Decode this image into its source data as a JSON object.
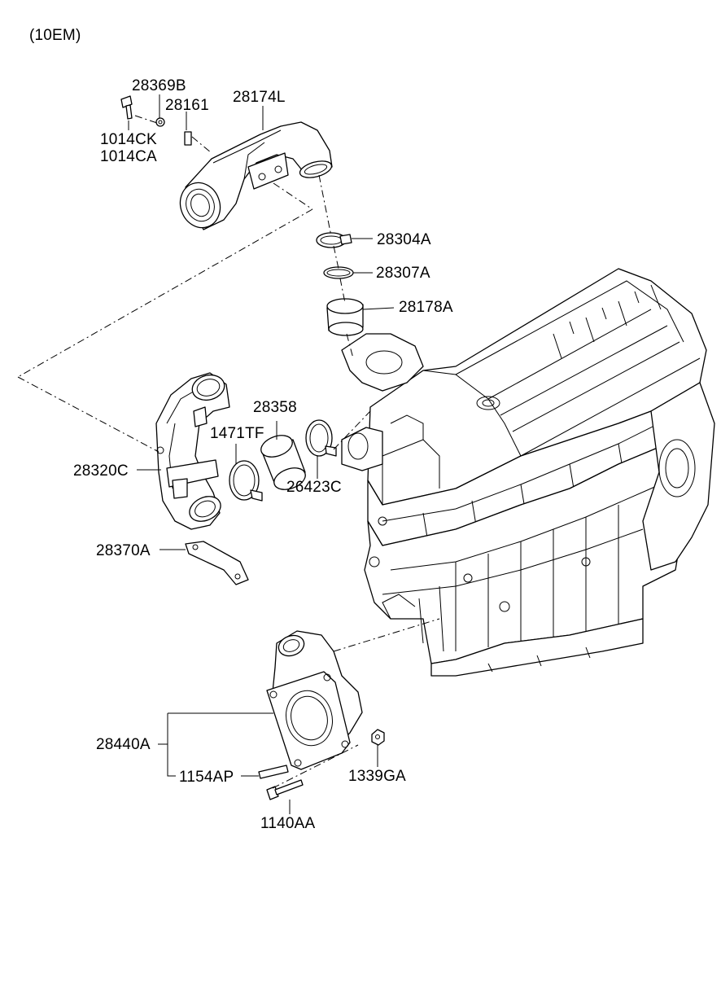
{
  "variant": "(10EM)",
  "labels": {
    "p28369B": "28369B",
    "p28161": "28161",
    "p28174L": "28174L",
    "p1014CK": "1014CK",
    "p1014CA": "1014CA",
    "p28304A": "28304A",
    "p28307A": "28307A",
    "p28178A": "28178A",
    "p28358": "28358",
    "p1471TF": "1471TF",
    "p28320C": "28320C",
    "p26423C": "26423C",
    "p28370A": "28370A",
    "p28440A": "28440A",
    "p1154AP": "1154AP",
    "p1339GA": "1339GA",
    "p1140AA": "1140AA"
  }
}
